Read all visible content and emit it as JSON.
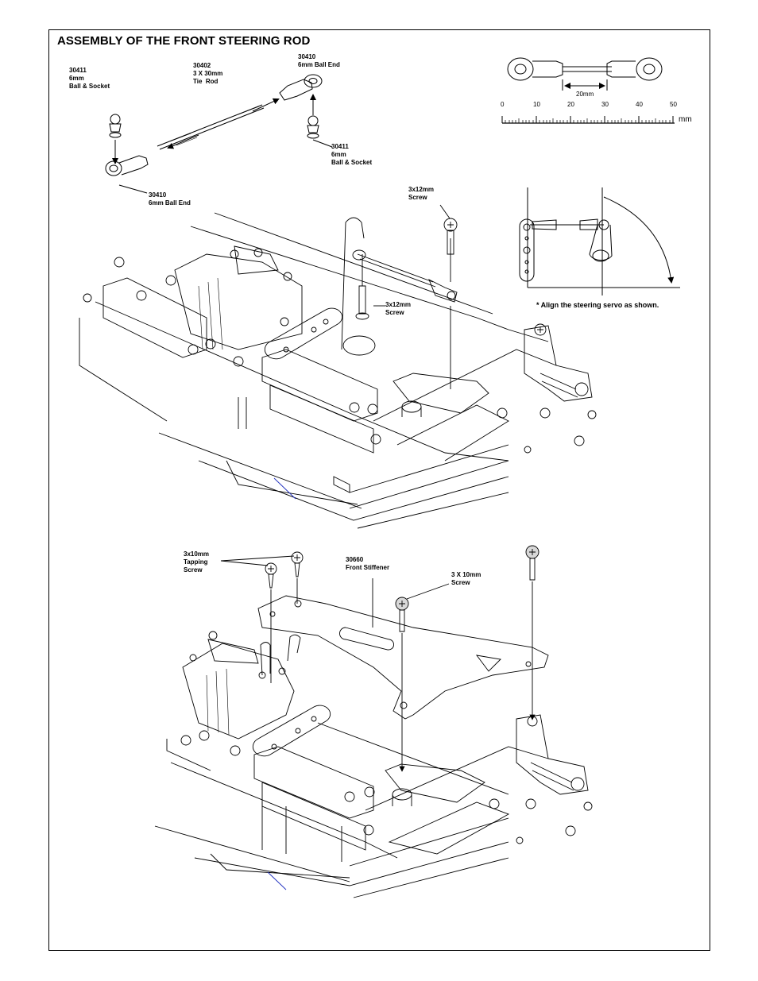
{
  "title": "ASSEMBLY OF THE FRONT STEERING ROD",
  "parts": {
    "ball_socket_left": "30411\n6mm\nBall & Socket",
    "tie_rod": "30402\n3 X 30mm\nTie  Rod",
    "ball_end_top": "30410\n6mm Ball End",
    "ball_socket_right": "30411\n6mm\nBall & Socket",
    "ball_end_bottom": "30410\n6mm Ball End",
    "screw_3x12_top": "3x12mm\nScrew",
    "screw_3x12_mid": "3x12mm\nScrew",
    "tapping_screw": "3x10mm\nTapping\nScrew",
    "front_stiffener": "30660\nFront Stiffener",
    "screw_3x10": "3 X 10mm\nScrew"
  },
  "gauge": {
    "length_label": "20mm",
    "ticks": [
      "0",
      "10",
      "20",
      "30",
      "40",
      "50"
    ],
    "unit": "mm"
  },
  "note": "* Align the steering servo as shown."
}
